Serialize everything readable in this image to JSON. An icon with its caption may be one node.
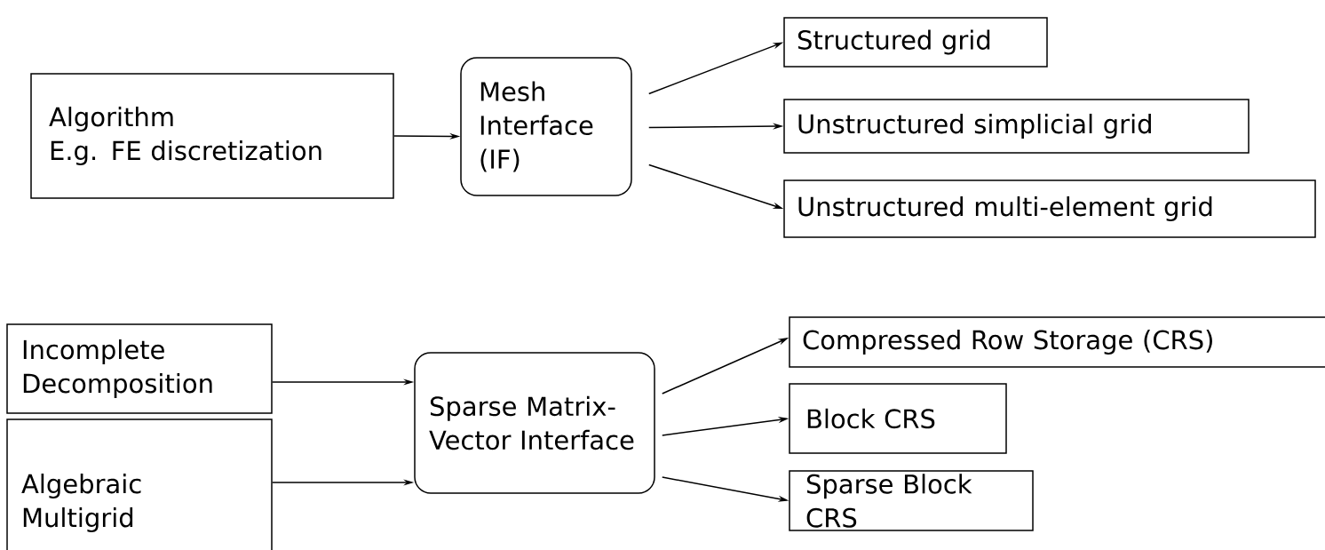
{
  "diagram": {
    "nodes": [
      {
        "text": [
          "Algorithm",
          "E.g. FE discretization"
        ]
      },
      {
        "text": [
          "Mesh Interface (IF)"
        ]
      },
      {
        "text": [
          "Structured grid"
        ]
      },
      {
        "text": [
          "Unstructured simplicial grid"
        ]
      },
      {
        "text": [
          "Unstructured multi-element grid"
        ]
      },
      {
        "text": [
          "Incomplete Decomposition"
        ]
      },
      {
        "text": [
          "Algebraic Multigrid"
        ]
      },
      {
        "text": [
          "Sparse Matrix-Vector Interface"
        ]
      },
      {
        "text": [
          "Compressed Row Storage (CRS)"
        ]
      },
      {
        "text": [
          "Block CRS"
        ]
      },
      {
        "text": [
          "Sparse Block CRS"
        ]
      }
    ],
    "edges": [
      {
        "from": 0,
        "to": 1,
        "arrow": "to"
      },
      {
        "from": 1,
        "to": 2,
        "arrow": "to"
      },
      {
        "from": 1,
        "to": 3,
        "arrow": "to"
      },
      {
        "from": 1,
        "to": 4,
        "arrow": "to"
      },
      {
        "from": 5,
        "to": 7,
        "arrow": "to"
      },
      {
        "from": 6,
        "to": 7,
        "arrow": "to"
      },
      {
        "from": 7,
        "to": 8,
        "arrow": "to"
      },
      {
        "from": 7,
        "to": 9,
        "arrow": "to"
      },
      {
        "from": 7,
        "to": 10,
        "arrow": "to"
      }
    ]
  }
}
